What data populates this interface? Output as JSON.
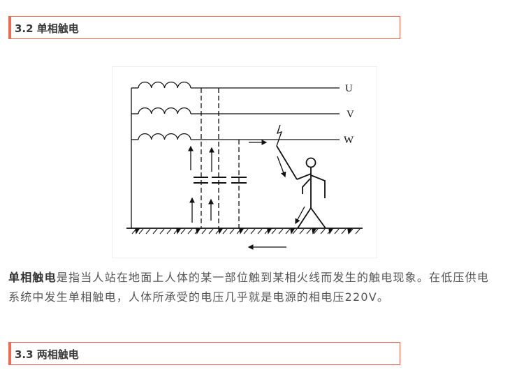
{
  "section_3_2": {
    "title": "3.2 单相触电"
  },
  "figure": {
    "phase_labels": [
      "U",
      "V",
      "W"
    ],
    "line_color": "#111111"
  },
  "paragraph": {
    "term": "单相触电",
    "text": "是指当人站在地面上人体的某一部位触到某相火线而发生的触电现象。在低压供电系统中发生单相触电，人体所承受的电压几乎就是电源的相电压220V。"
  },
  "section_3_3": {
    "title": "3.3 两相触电"
  },
  "colors": {
    "accent": "#f26b50",
    "text": "#555555"
  }
}
